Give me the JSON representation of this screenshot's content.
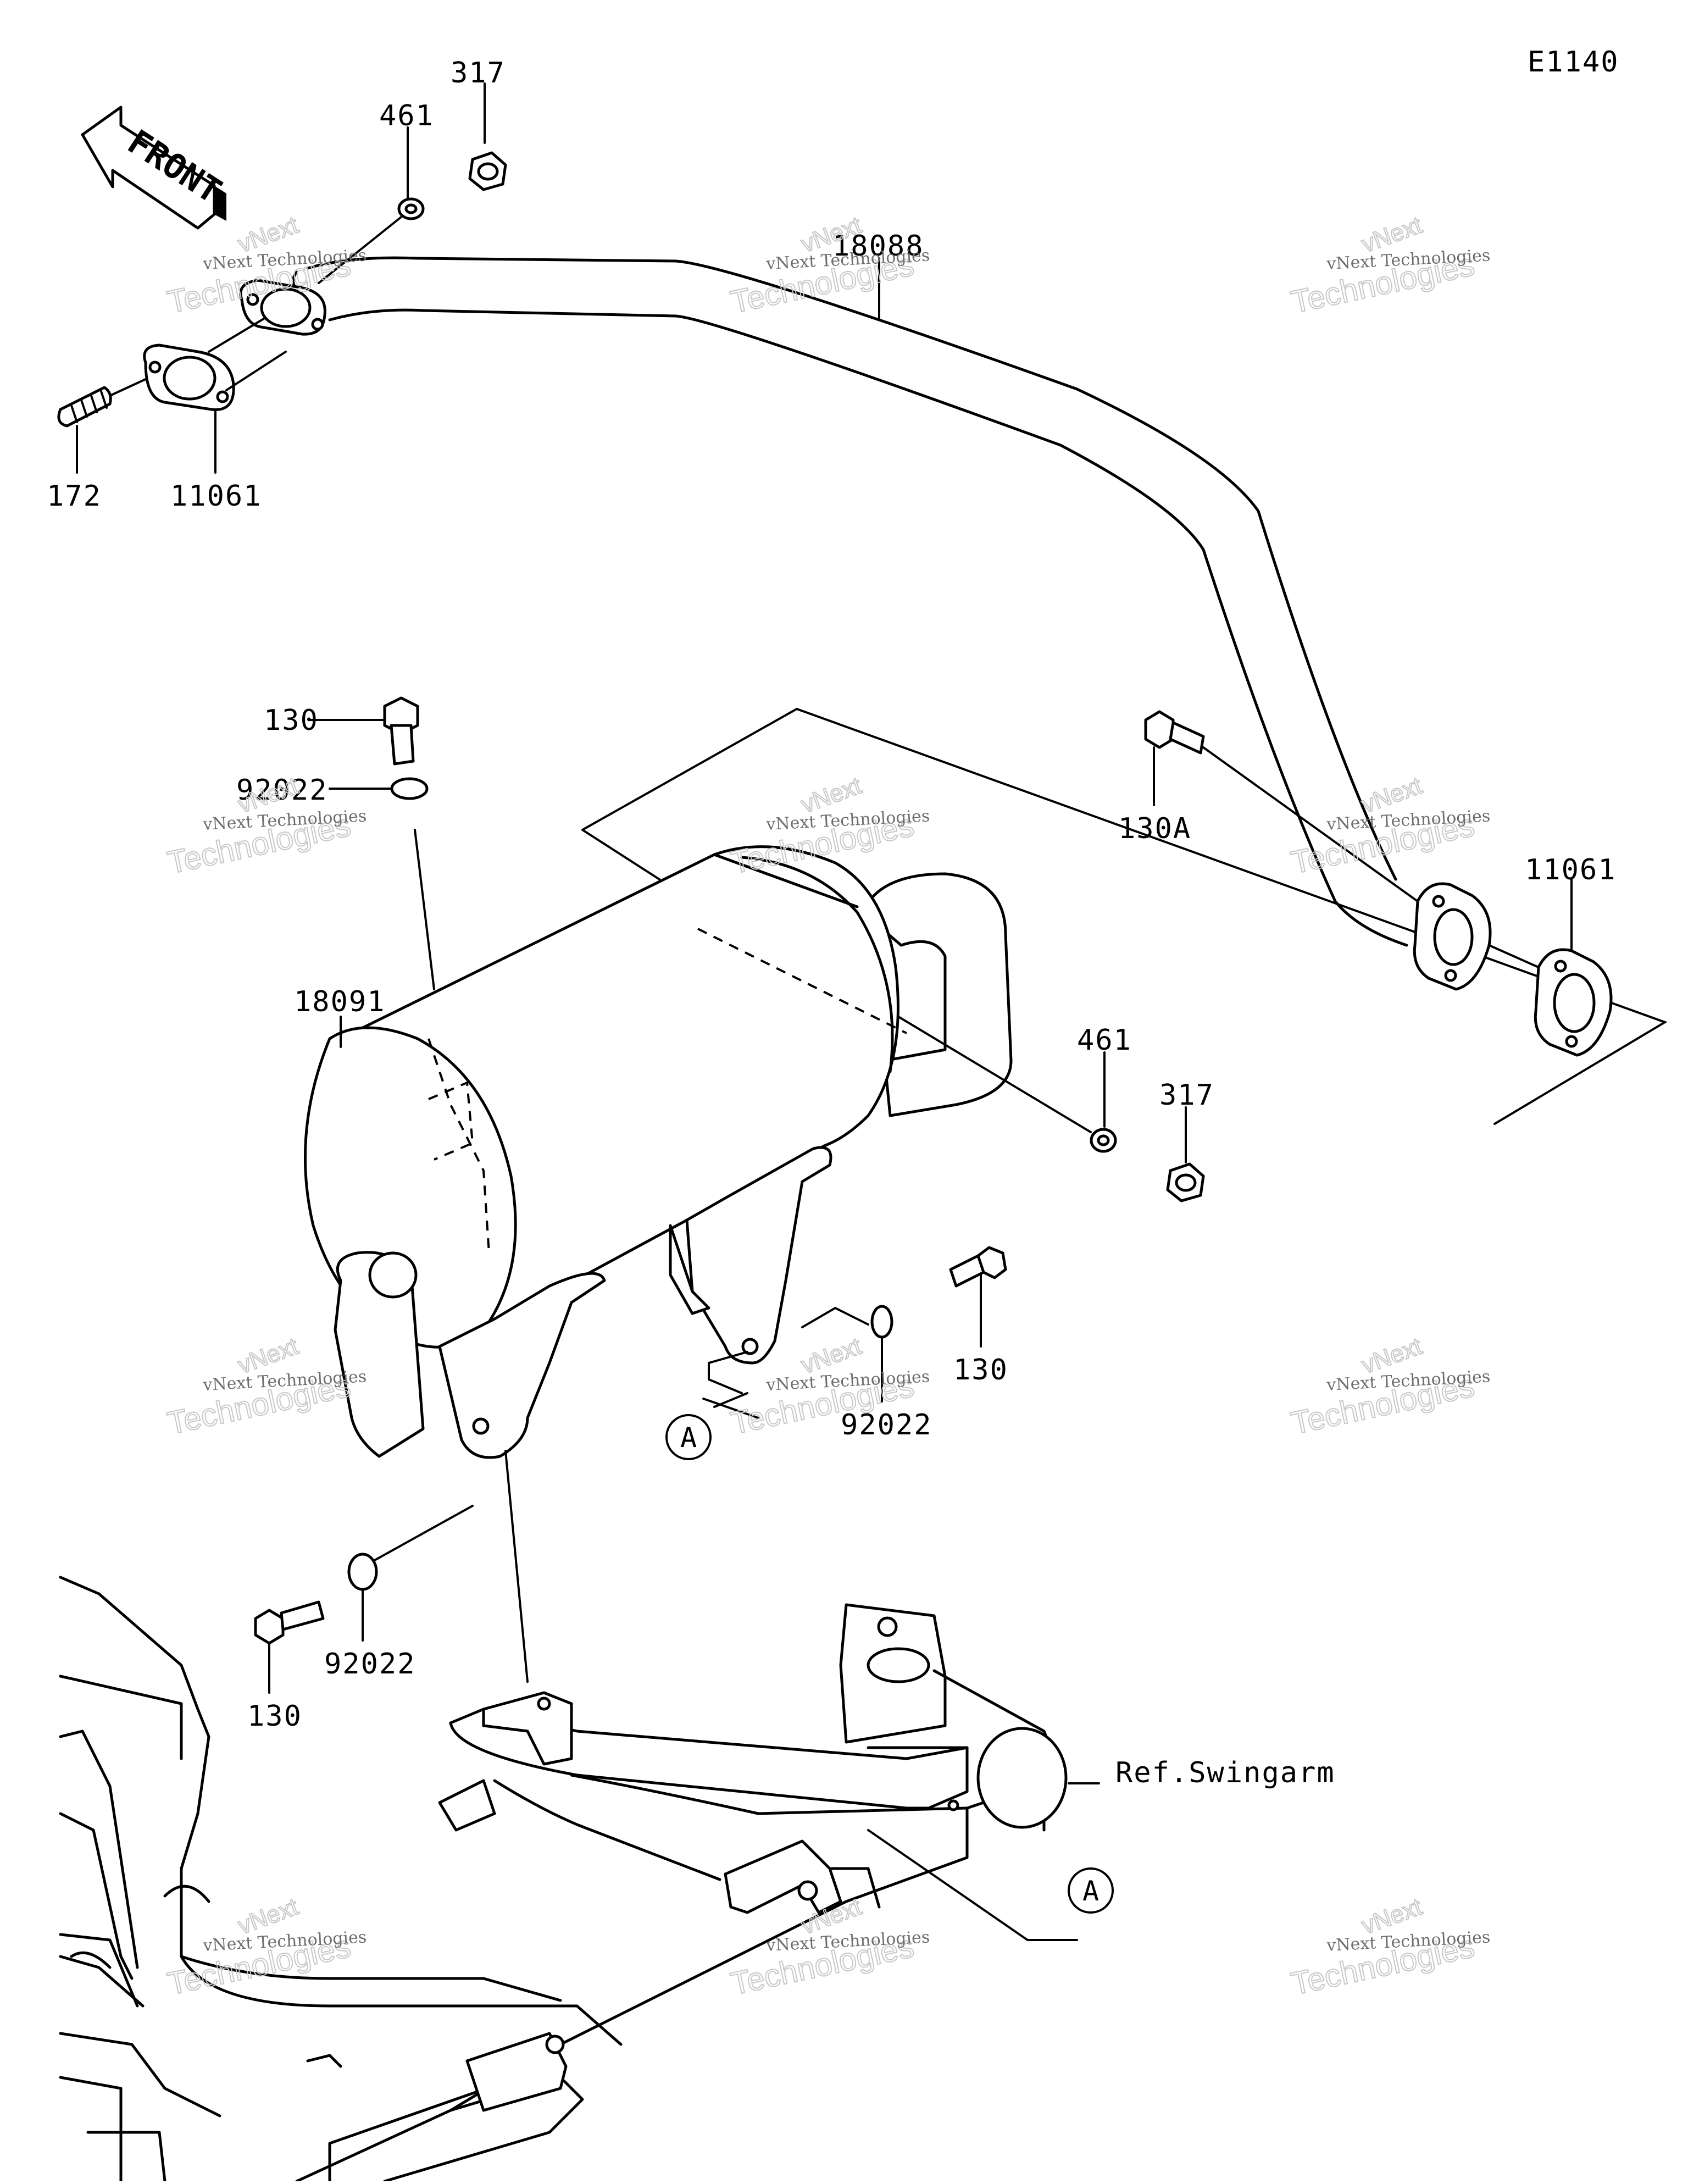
{
  "diagram": {
    "code": "E1140",
    "front_label": "FRONT",
    "callouts": [
      "317",
      "461",
      "172",
      "11061",
      "18088",
      "130",
      "92022",
      "130A",
      "11061",
      "18091",
      "461",
      "317",
      "130",
      "92022",
      "92022",
      "130"
    ],
    "reference_label": "Ref.Swingarm",
    "marker_letter": "A",
    "watermark": {
      "brand": "vNext Technologies",
      "small": "vNext",
      "large": "Technologies"
    }
  }
}
